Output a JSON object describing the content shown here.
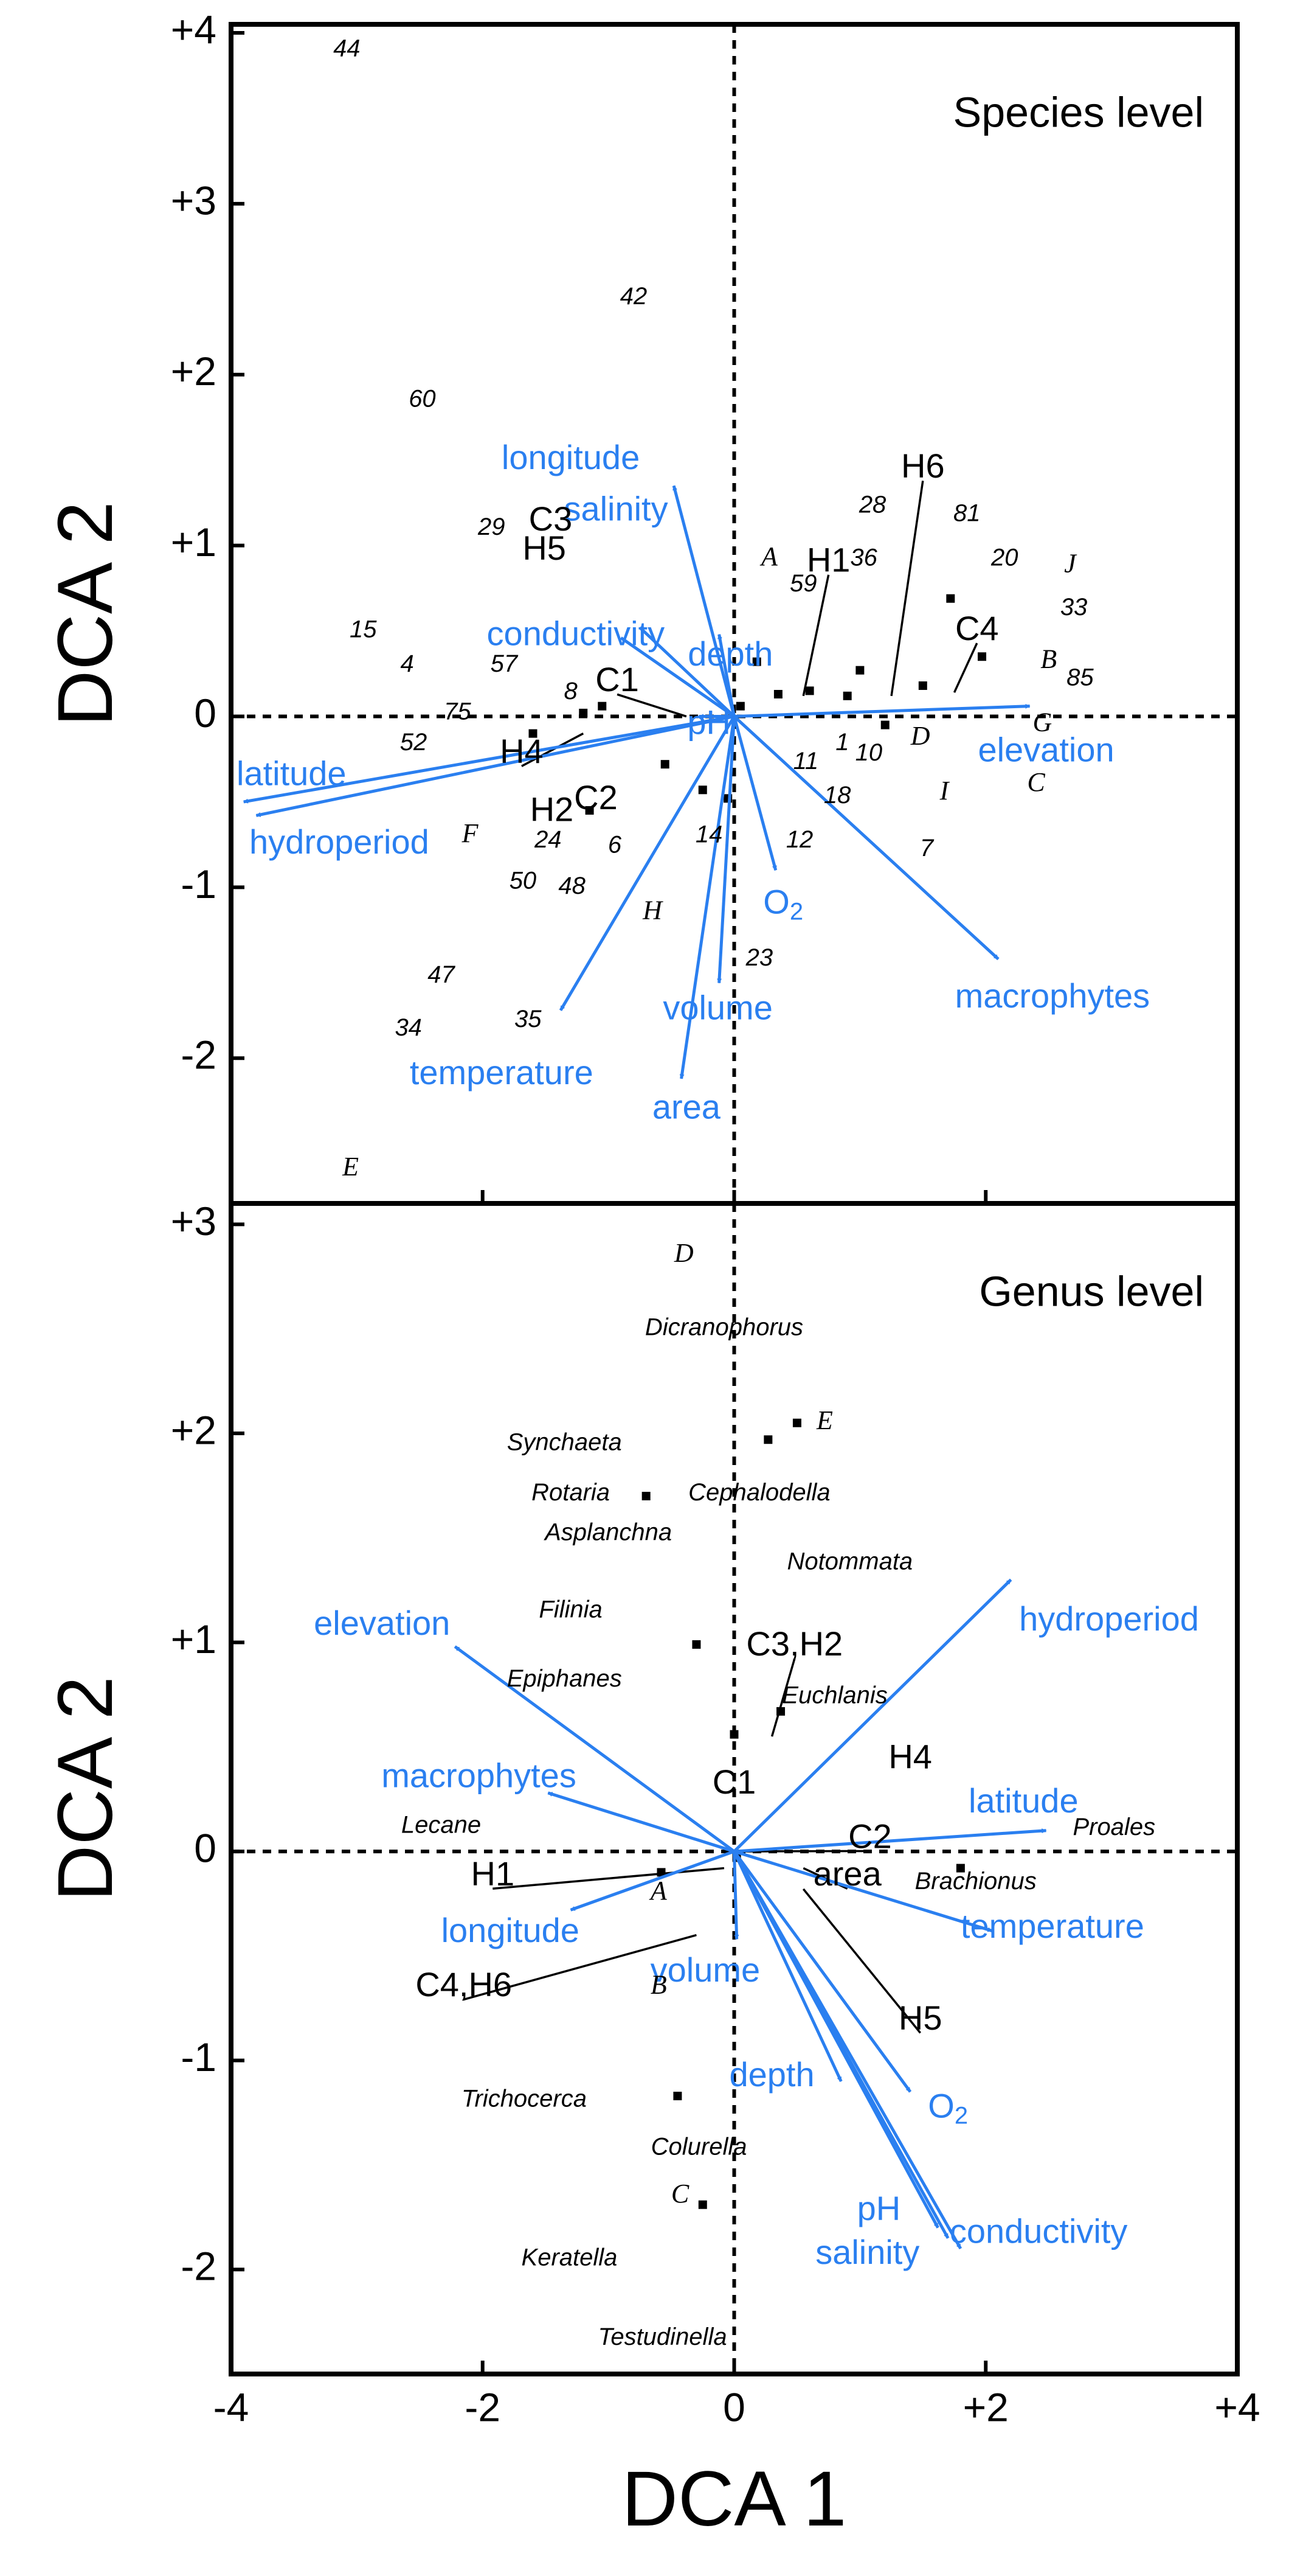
{
  "chart_data": {
    "type": "scatter",
    "xlabel": "DCA 1",
    "xlim": [
      -4,
      4
    ],
    "xticks": [
      {
        "v": -4,
        "label": "-4"
      },
      {
        "v": -2,
        "label": "-2"
      },
      {
        "v": 0,
        "label": "0"
      },
      {
        "v": 2,
        "label": "+2"
      },
      {
        "v": 4,
        "label": "+4"
      }
    ],
    "arrow_color": "#2a7ff0",
    "panels": [
      {
        "id": "species",
        "title": "Species level",
        "ylabel": "DCA 2",
        "ylim": [
          -2.85,
          4.05
        ],
        "yticks": [
          {
            "v": 4,
            "label": "+4"
          },
          {
            "v": 3,
            "label": "+3"
          },
          {
            "v": 2,
            "label": "+2"
          },
          {
            "v": 1,
            "label": "+1"
          },
          {
            "v": 0,
            "label": "0"
          },
          {
            "v": -1,
            "label": "-1"
          },
          {
            "v": -2,
            "label": "-2"
          }
        ],
        "arrows": [
          {
            "label": "longitude",
            "x": -0.48,
            "y": 1.35,
            "lx": -1.3,
            "ly": 1.5
          },
          {
            "label": "salinity",
            "x": -0.75,
            "y": 0.52,
            "lx": -0.94,
            "ly": 1.2
          },
          {
            "label": "conductivity",
            "x": -0.9,
            "y": 0.46,
            "lx": -1.26,
            "ly": 0.47
          },
          {
            "label": "depth",
            "x": -0.12,
            "y": 0.48,
            "lx": -0.03,
            "ly": 0.35
          },
          {
            "label": "pH",
            "x": -0.28,
            "y": 0.0,
            "lx": -0.2,
            "ly": -0.05
          },
          {
            "label": "latitude",
            "x": -3.9,
            "y": -0.5,
            "lx": -3.52,
            "ly": -0.35
          },
          {
            "label": "hydroperiod",
            "x": -3.8,
            "y": -0.58,
            "lx": -3.14,
            "ly": -0.75
          },
          {
            "label": "temperature",
            "x": -1.38,
            "y": -1.72,
            "lx": -1.85,
            "ly": -2.1
          },
          {
            "label": "area",
            "x": -0.42,
            "y": -2.12,
            "lx": -0.38,
            "ly": -2.3
          },
          {
            "label": "volume",
            "x": -0.12,
            "y": -1.56,
            "lx": -0.13,
            "ly": -1.72
          },
          {
            "label": "O2",
            "x": 0.33,
            "y": -0.9,
            "lx": 0.39,
            "ly": -1.1
          },
          {
            "label": "macrophytes",
            "x": 2.1,
            "y": -1.42,
            "lx": 2.53,
            "ly": -1.65
          },
          {
            "label": "elevation",
            "x": 2.35,
            "y": 0.06,
            "lx": 2.48,
            "ly": -0.21
          }
        ],
        "sites": [
          {
            "label": "H6",
            "lx": 1.5,
            "ly": 1.45,
            "px": 1.25,
            "py": 0.12
          },
          {
            "label": "C4",
            "lx": 1.93,
            "ly": 0.5,
            "px": 1.75,
            "py": 0.14
          },
          {
            "label": "H1",
            "lx": 0.75,
            "ly": 0.9,
            "px": 0.55,
            "py": 0.12
          },
          {
            "label": "C1",
            "lx": -0.93,
            "ly": 0.2,
            "px": -0.38,
            "py": 0.0
          },
          {
            "label": "C3",
            "lx": -1.46,
            "ly": 1.14,
            "px": null,
            "py": null
          },
          {
            "label": "H5",
            "lx": -1.51,
            "ly": 0.97,
            "px": null,
            "py": null
          },
          {
            "label": "H4",
            "lx": -1.69,
            "ly": -0.22,
            "px": -1.2,
            "py": -0.1
          },
          {
            "label": "H2",
            "lx": -1.45,
            "ly": -0.56,
            "px": null,
            "py": null
          },
          {
            "label": "C2",
            "lx": -1.1,
            "ly": -0.49,
            "px": null,
            "py": null
          }
        ],
        "species": [
          {
            "label": "44",
            "x": -3.08,
            "y": 3.9
          },
          {
            "label": "42",
            "x": -0.8,
            "y": 2.45
          },
          {
            "label": "60",
            "x": -2.48,
            "y": 1.85
          },
          {
            "label": "29",
            "x": -1.93,
            "y": 1.1
          },
          {
            "label": "15",
            "x": -2.95,
            "y": 0.5
          },
          {
            "label": "57",
            "x": -1.83,
            "y": 0.3
          },
          {
            "label": "8",
            "x": -1.3,
            "y": 0.14
          },
          {
            "label": "4",
            "x": -2.6,
            "y": 0.3
          },
          {
            "label": "75",
            "x": -2.2,
            "y": 0.02
          },
          {
            "label": "52",
            "x": -2.55,
            "y": -0.16
          },
          {
            "label": "24",
            "x": -1.48,
            "y": -0.73
          },
          {
            "label": "6",
            "x": -0.95,
            "y": -0.76
          },
          {
            "label": "50",
            "x": -1.68,
            "y": -0.97
          },
          {
            "label": "48",
            "x": -1.29,
            "y": -1.0
          },
          {
            "label": "14",
            "x": -0.2,
            "y": -0.7
          },
          {
            "label": "47",
            "x": -2.33,
            "y": -1.52
          },
          {
            "label": "34",
            "x": -2.59,
            "y": -1.83
          },
          {
            "label": "35",
            "x": -1.64,
            "y": -1.78
          },
          {
            "label": "23",
            "x": 0.2,
            "y": -1.42
          },
          {
            "label": "12",
            "x": 0.52,
            "y": -0.73
          },
          {
            "label": "59",
            "x": 0.55,
            "y": 0.77
          },
          {
            "label": "36",
            "x": 1.03,
            "y": 0.92
          },
          {
            "label": "28",
            "x": 1.1,
            "y": 1.23
          },
          {
            "label": "81",
            "x": 1.85,
            "y": 1.18
          },
          {
            "label": "20",
            "x": 2.15,
            "y": 0.92
          },
          {
            "label": "33",
            "x": 2.7,
            "y": 0.63
          },
          {
            "label": "85",
            "x": 2.75,
            "y": 0.22
          },
          {
            "label": "11",
            "x": 0.57,
            "y": -0.27
          },
          {
            "label": "1",
            "x": 0.86,
            "y": -0.16
          },
          {
            "label": "10",
            "x": 1.07,
            "y": -0.22
          },
          {
            "label": "18",
            "x": 0.82,
            "y": -0.47
          },
          {
            "label": "7",
            "x": 1.53,
            "y": -0.78
          }
        ],
        "sites_letters": [
          {
            "label": "A",
            "x": 0.28,
            "y": 0.92
          },
          {
            "label": "B",
            "x": 2.5,
            "y": 0.32
          },
          {
            "label": "C",
            "x": 2.4,
            "y": -0.4
          },
          {
            "label": "D",
            "x": 1.48,
            "y": -0.13
          },
          {
            "label": "E",
            "x": -3.05,
            "y": -2.65
          },
          {
            "label": "F",
            "x": -2.1,
            "y": -0.7
          },
          {
            "label": "G",
            "x": 2.45,
            "y": -0.05
          },
          {
            "label": "H",
            "x": -0.65,
            "y": -1.15
          },
          {
            "label": "I",
            "x": 1.67,
            "y": -0.45
          },
          {
            "label": "J",
            "x": 2.67,
            "y": 0.88
          }
        ],
        "markers": [
          {
            "x": 0.05,
            "y": 0.06
          },
          {
            "x": 0.35,
            "y": 0.13
          },
          {
            "x": 0.18,
            "y": 0.32
          },
          {
            "x": 1.0,
            "y": 0.27
          },
          {
            "x": 1.5,
            "y": 0.18
          },
          {
            "x": 1.72,
            "y": 0.69
          },
          {
            "x": 1.97,
            "y": 0.35
          },
          {
            "x": 0.6,
            "y": 0.15
          },
          {
            "x": 0.9,
            "y": 0.12
          },
          {
            "x": 1.2,
            "y": -0.05
          },
          {
            "x": -0.25,
            "y": -0.43
          },
          {
            "x": -0.05,
            "y": -0.48
          },
          {
            "x": -0.55,
            "y": -0.28
          },
          {
            "x": -1.15,
            "y": -0.55
          },
          {
            "x": -1.05,
            "y": 0.06
          },
          {
            "x": -1.2,
            "y": 0.02
          },
          {
            "x": -1.6,
            "y": -0.1
          }
        ]
      },
      {
        "id": "genus",
        "title": "Genus level",
        "ylabel": "DCA 2",
        "ylim": [
          -2.5,
          3.1
        ],
        "yticks": [
          {
            "v": 3,
            "label": "+3"
          },
          {
            "v": 2,
            "label": "+2"
          },
          {
            "v": 1,
            "label": "+1"
          },
          {
            "v": 0,
            "label": "0"
          },
          {
            "v": -1,
            "label": "-1"
          },
          {
            "v": -2,
            "label": "-2"
          }
        ],
        "arrows": [
          {
            "label": "elevation",
            "x": -2.22,
            "y": 0.98,
            "lx": -2.8,
            "ly": 1.08
          },
          {
            "label": "macrophytes",
            "x": -1.48,
            "y": 0.28,
            "lx": -2.03,
            "ly": 0.35
          },
          {
            "label": "longitude",
            "x": -1.3,
            "y": -0.28,
            "lx": -1.78,
            "ly": -0.39
          },
          {
            "label": "volume",
            "x": 0.02,
            "y": -0.42,
            "lx": -0.23,
            "ly": -0.58
          },
          {
            "label": "depth",
            "x": 0.85,
            "y": -1.1,
            "lx": 0.3,
            "ly": -1.08
          },
          {
            "label": "O2",
            "x": 1.4,
            "y": -1.15,
            "lx": 1.7,
            "ly": -1.23
          },
          {
            "label": "pH",
            "x": 1.62,
            "y": -1.8,
            "lx": 1.15,
            "ly": -1.72
          },
          {
            "label": "salinity",
            "x": 1.7,
            "y": -1.85,
            "lx": 1.06,
            "ly": -1.93
          },
          {
            "label": "conductivity",
            "x": 1.8,
            "y": -1.9,
            "lx": 2.42,
            "ly": -1.83
          },
          {
            "label": "temperature",
            "x": 2.05,
            "y": -0.38,
            "lx": 2.53,
            "ly": -0.37
          },
          {
            "label": "latitude",
            "x": 2.48,
            "y": 0.1,
            "lx": 2.3,
            "ly": 0.23
          },
          {
            "label": "hydroperiod",
            "x": 2.2,
            "y": 1.3,
            "lx": 2.98,
            "ly": 1.1
          }
        ],
        "sites": [
          {
            "label": "C3,H2",
            "lx": 0.48,
            "ly": 0.98,
            "px": 0.3,
            "py": 0.55
          },
          {
            "label": "C1",
            "lx": 0.0,
            "ly": 0.32,
            "px": null,
            "py": null
          },
          {
            "label": "H4",
            "lx": 1.4,
            "ly": 0.44,
            "px": null,
            "py": null
          },
          {
            "label": "C2",
            "lx": 1.08,
            "ly": 0.06,
            "px": 0.05,
            "py": 0.0
          },
          {
            "label": "area",
            "lx": 0.9,
            "ly": -0.12,
            "px": 0.55,
            "py": -0.08
          },
          {
            "label": "H1",
            "lx": -1.92,
            "ly": -0.12,
            "px": -0.08,
            "py": -0.08
          },
          {
            "label": "C4,H6",
            "lx": -2.15,
            "ly": -0.65,
            "px": -0.3,
            "py": -0.4
          },
          {
            "label": "H5",
            "lx": 1.48,
            "ly": -0.81,
            "px": 0.55,
            "py": -0.18
          }
        ],
        "genera": [
          {
            "label": "Dicranophorus",
            "x": -0.08,
            "y": 2.5
          },
          {
            "label": "Synchaeta",
            "x": -1.35,
            "y": 1.95
          },
          {
            "label": "Rotaria",
            "x": -1.3,
            "y": 1.71
          },
          {
            "label": "Asplanchna",
            "x": -1.0,
            "y": 1.52
          },
          {
            "label": "Cephalodella",
            "x": 0.2,
            "y": 1.71
          },
          {
            "label": "Notommata",
            "x": 0.92,
            "y": 1.38
          },
          {
            "label": "Filinia",
            "x": -1.3,
            "y": 1.15
          },
          {
            "label": "Epiphanes",
            "x": -1.35,
            "y": 0.82
          },
          {
            "label": "Euchlanis",
            "x": 0.8,
            "y": 0.74
          },
          {
            "label": "Lecane",
            "x": -2.33,
            "y": 0.12
          },
          {
            "label": "Proales",
            "x": 3.02,
            "y": 0.11
          },
          {
            "label": "Brachionus",
            "x": 1.92,
            "y": -0.15
          },
          {
            "label": "Trichocerca",
            "x": -1.67,
            "y": -1.19
          },
          {
            "label": "Colurella",
            "x": -0.28,
            "y": -1.42
          },
          {
            "label": "Keratella",
            "x": -1.31,
            "y": -1.95
          },
          {
            "label": "Testudinella",
            "x": -0.57,
            "y": -2.33
          }
        ],
        "sites_letters": [
          {
            "label": "D",
            "x": -0.4,
            "y": 2.85
          },
          {
            "label": "E",
            "x": 0.72,
            "y": 2.05
          },
          {
            "label": "A",
            "x": -0.6,
            "y": -0.2
          },
          {
            "label": "B",
            "x": -0.6,
            "y": -0.65
          },
          {
            "label": "C",
            "x": -0.43,
            "y": -1.65
          }
        ],
        "markers": [
          {
            "x": 0.27,
            "y": 1.97
          },
          {
            "x": 0.5,
            "y": 2.05
          },
          {
            "x": -0.7,
            "y": 1.7
          },
          {
            "x": -0.3,
            "y": 0.99
          },
          {
            "x": 0.0,
            "y": 0.56
          },
          {
            "x": 0.37,
            "y": 0.67
          },
          {
            "x": -0.58,
            "y": -0.1
          },
          {
            "x": 1.8,
            "y": -0.08
          },
          {
            "x": -0.45,
            "y": -1.17
          },
          {
            "x": -0.25,
            "y": -1.69
          },
          {
            "x": 0.02,
            "y": -0.03
          }
        ]
      }
    ]
  }
}
